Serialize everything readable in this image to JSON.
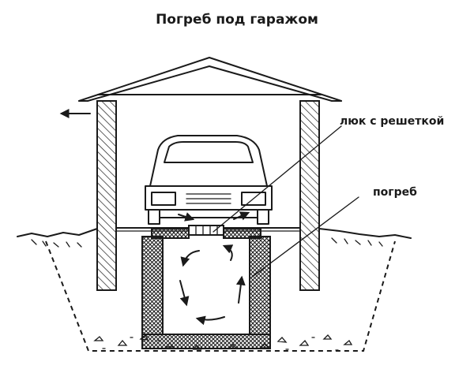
{
  "diagram": {
    "title": "Погреб под гаражом",
    "labels": {
      "hatch": "люк с решеткой",
      "cellar": "погреб"
    }
  }
}
